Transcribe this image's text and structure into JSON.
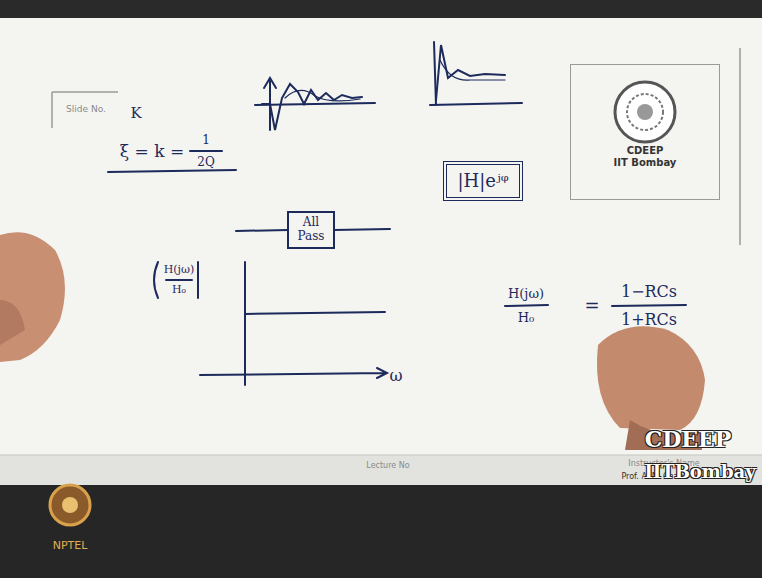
{
  "diagram": {
    "nodes": [
      {
        "text": [
          "All Pass"
        ]
      },
      {
        "text": [
          "|H|eʲᵠ"
        ]
      },
      {
        "text": [
          "CDEEP",
          "IIT Bombay"
        ]
      }
    ],
    "labels": [
      "Slide No.",
      "K",
      "ξ = k =",
      "1",
      "2Q",
      "H(jω)",
      "H₀",
      "ω",
      "H(jω)",
      "H₀",
      "=",
      "1−RCs",
      "1+RCs",
      "Lecture No",
      "Instructor's Name",
      "Prof. A. N. Chand",
      "CDEEP",
      "IITBombay",
      "NPTEL"
    ]
  }
}
